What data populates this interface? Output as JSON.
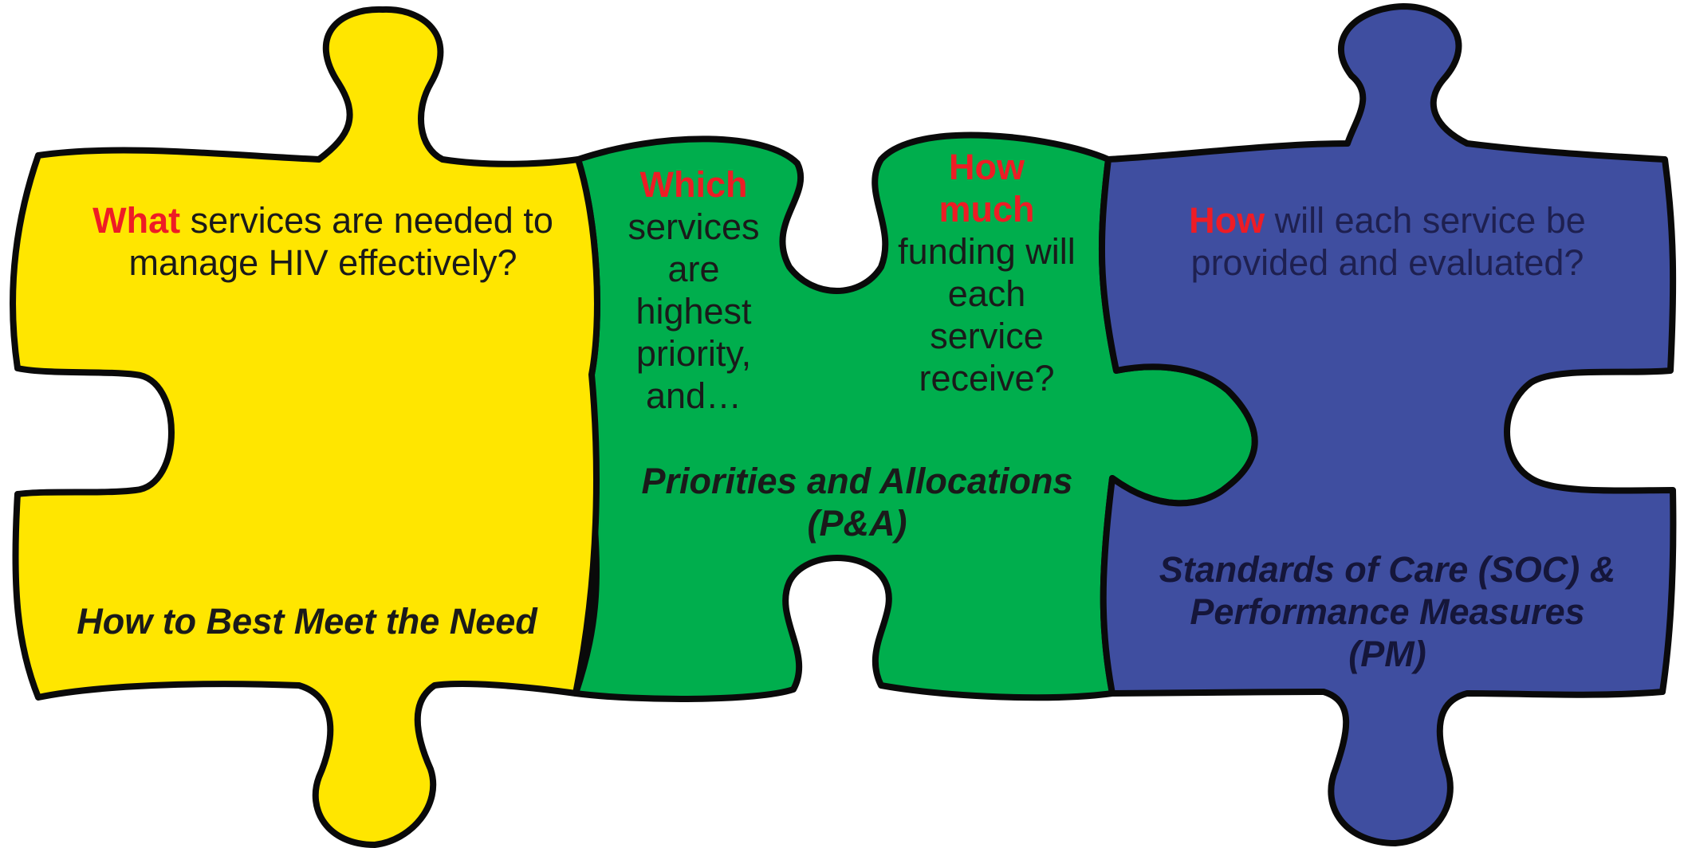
{
  "colors": {
    "yellow_piece": "#ffe600",
    "green_piece": "#00ae4d",
    "blue_piece": "#3f4ea0",
    "outline": "#0a0a0a",
    "highlight": "#ee1c25"
  },
  "pieces": {
    "needs": {
      "question_keyword": "What",
      "question_rest": " services are needed to manage HIV effectively?",
      "label": "How to Best Meet the Need"
    },
    "pa_left": {
      "question_keyword": "Which",
      "question_rest": "services are highest priority, and…"
    },
    "pa_right": {
      "question_keyword": "How much",
      "question_rest": "funding will each service receive?"
    },
    "pa": {
      "label": "Priorities and Allocations (P&A)"
    },
    "soc": {
      "question_keyword": "How",
      "question_rest": " will each service be provided and evaluated?",
      "label": "Standards of Care (SOC) & Performance Measures (PM)"
    }
  }
}
